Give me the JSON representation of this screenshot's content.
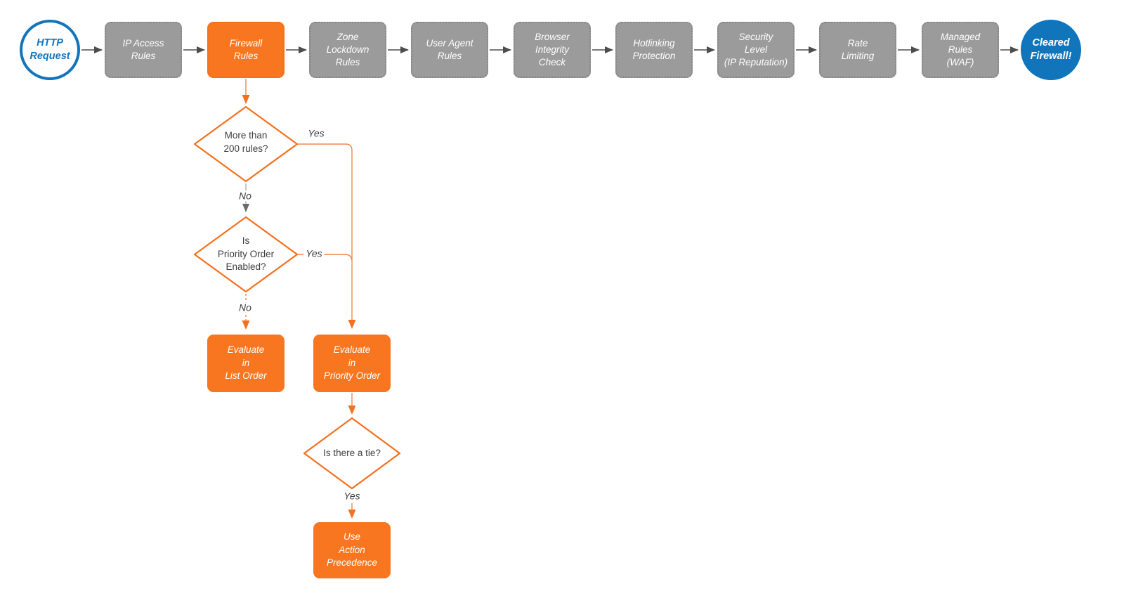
{
  "diagram": {
    "colors": {
      "accent_orange": "#f7761f",
      "accent_blue": "#1175bc",
      "step_gray": "#9b9b9b",
      "connector_dark": "#4d4d4d",
      "connector_orange": "#f2854f"
    },
    "start": {
      "label": "HTTP\nRequest"
    },
    "steps": [
      {
        "label": "IP Access\nRules"
      },
      {
        "label": "Firewall\nRules",
        "highlighted": true
      },
      {
        "label": "Zone\nLockdown\nRules"
      },
      {
        "label": "User Agent\nRules"
      },
      {
        "label": "Browser\nIntegrity\nCheck"
      },
      {
        "label": "Hotlinking\nProtection"
      },
      {
        "label": "Security\nLevel\n(IP Reputation)"
      },
      {
        "label": "Rate\nLimiting"
      },
      {
        "label": "Managed\nRules\n(WAF)"
      }
    ],
    "end": {
      "label": "Cleared\nFirewall!"
    },
    "branch": {
      "decision_rules_count": {
        "label": "More than\n200 rules?",
        "yes": "Yes",
        "no": "No"
      },
      "decision_priority_enabled": {
        "label": "Is\nPriority Order\nEnabled?",
        "yes": "Yes",
        "no": "No"
      },
      "evaluate_list": {
        "label": "Evaluate\nin\nList Order"
      },
      "evaluate_priority": {
        "label": "Evaluate\nin\nPriority Order"
      },
      "decision_tie": {
        "label": "Is there a tie?",
        "yes": "Yes"
      },
      "use_action_precedence": {
        "label": "Use\nAction\nPrecedence"
      }
    }
  }
}
